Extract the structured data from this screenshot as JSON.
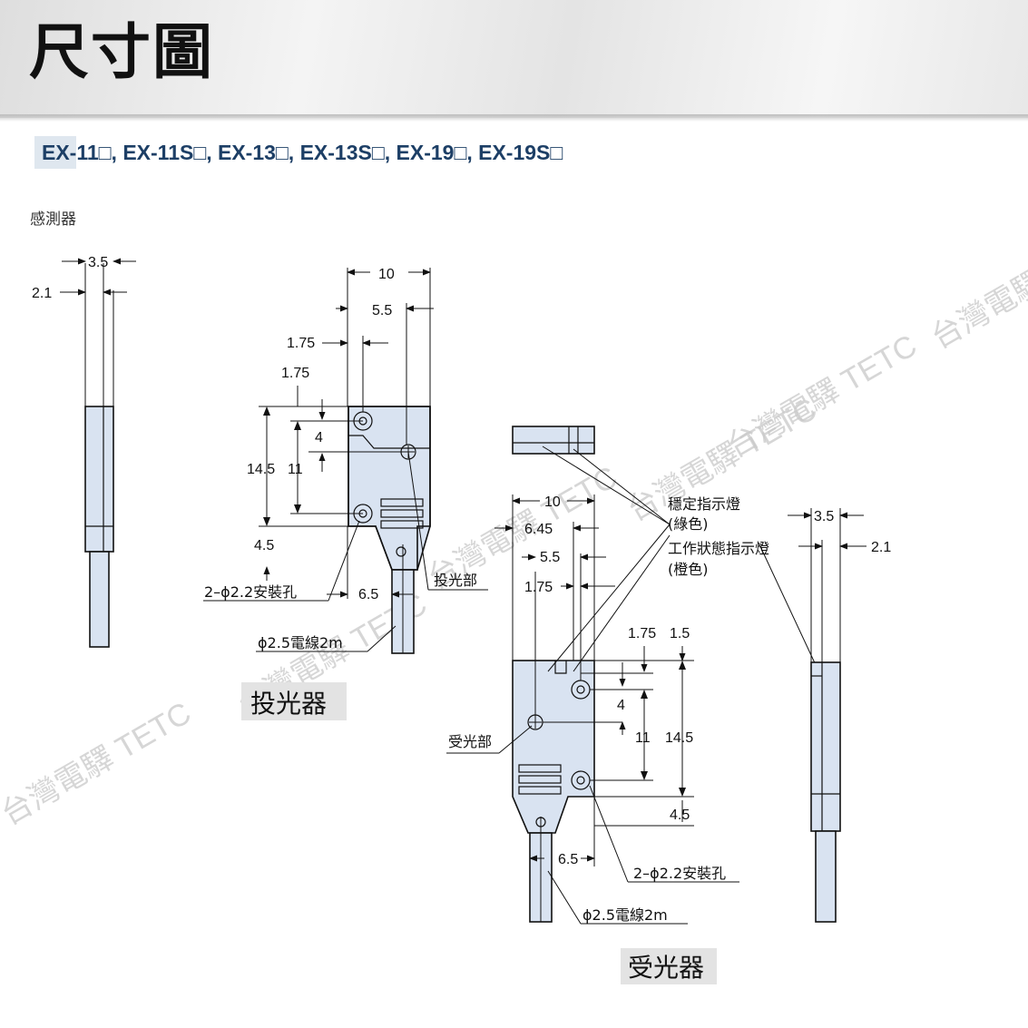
{
  "page_title": "尺寸圖",
  "model_list": "EX-11□, EX-11S□, EX-13□, EX-13S□, EX-19□, EX-19S□",
  "section_label": "感測器",
  "watermark": "台灣電驛 TETC",
  "emitter": {
    "caption": "投光器",
    "side_dims": {
      "width": "3.5",
      "offset": "2.1"
    },
    "front_dims": {
      "width": "10",
      "hole_x": "5.5",
      "hole_top": "1.75",
      "hole_left": "1.75",
      "height": "14.5",
      "hole_pitch": "11",
      "hole_y": "4",
      "bottom": "4.5",
      "cable_x": "6.5"
    },
    "mount_holes": "2–ϕ2.2安裝孔",
    "cable": "ϕ2.5電線2m",
    "emit_part": "投光部"
  },
  "receiver": {
    "caption": "受光器",
    "side_dims": {
      "width": "3.5",
      "offset": "2.1"
    },
    "front_dims": {
      "width": "10",
      "indicator_x": "6.45",
      "hole_x": "5.5",
      "hole_left": "1.75",
      "hole_top": "1.75",
      "hole_top2": "1.5",
      "hole_y": "4",
      "hole_pitch": "11",
      "height": "14.5",
      "bottom": "4.5",
      "cable_x": "6.5"
    },
    "stable_indicator": "穩定指示燈",
    "stable_color": "(綠色)",
    "operation_indicator": "工作狀態指示燈",
    "operation_color": "(橙色)",
    "receive_part": "受光部",
    "mount_holes": "2–ϕ2.2安裝孔",
    "cable": "ϕ2.5電線2m"
  },
  "colors": {
    "body": "#d9e3f1",
    "model_text": "#1d3f66"
  }
}
